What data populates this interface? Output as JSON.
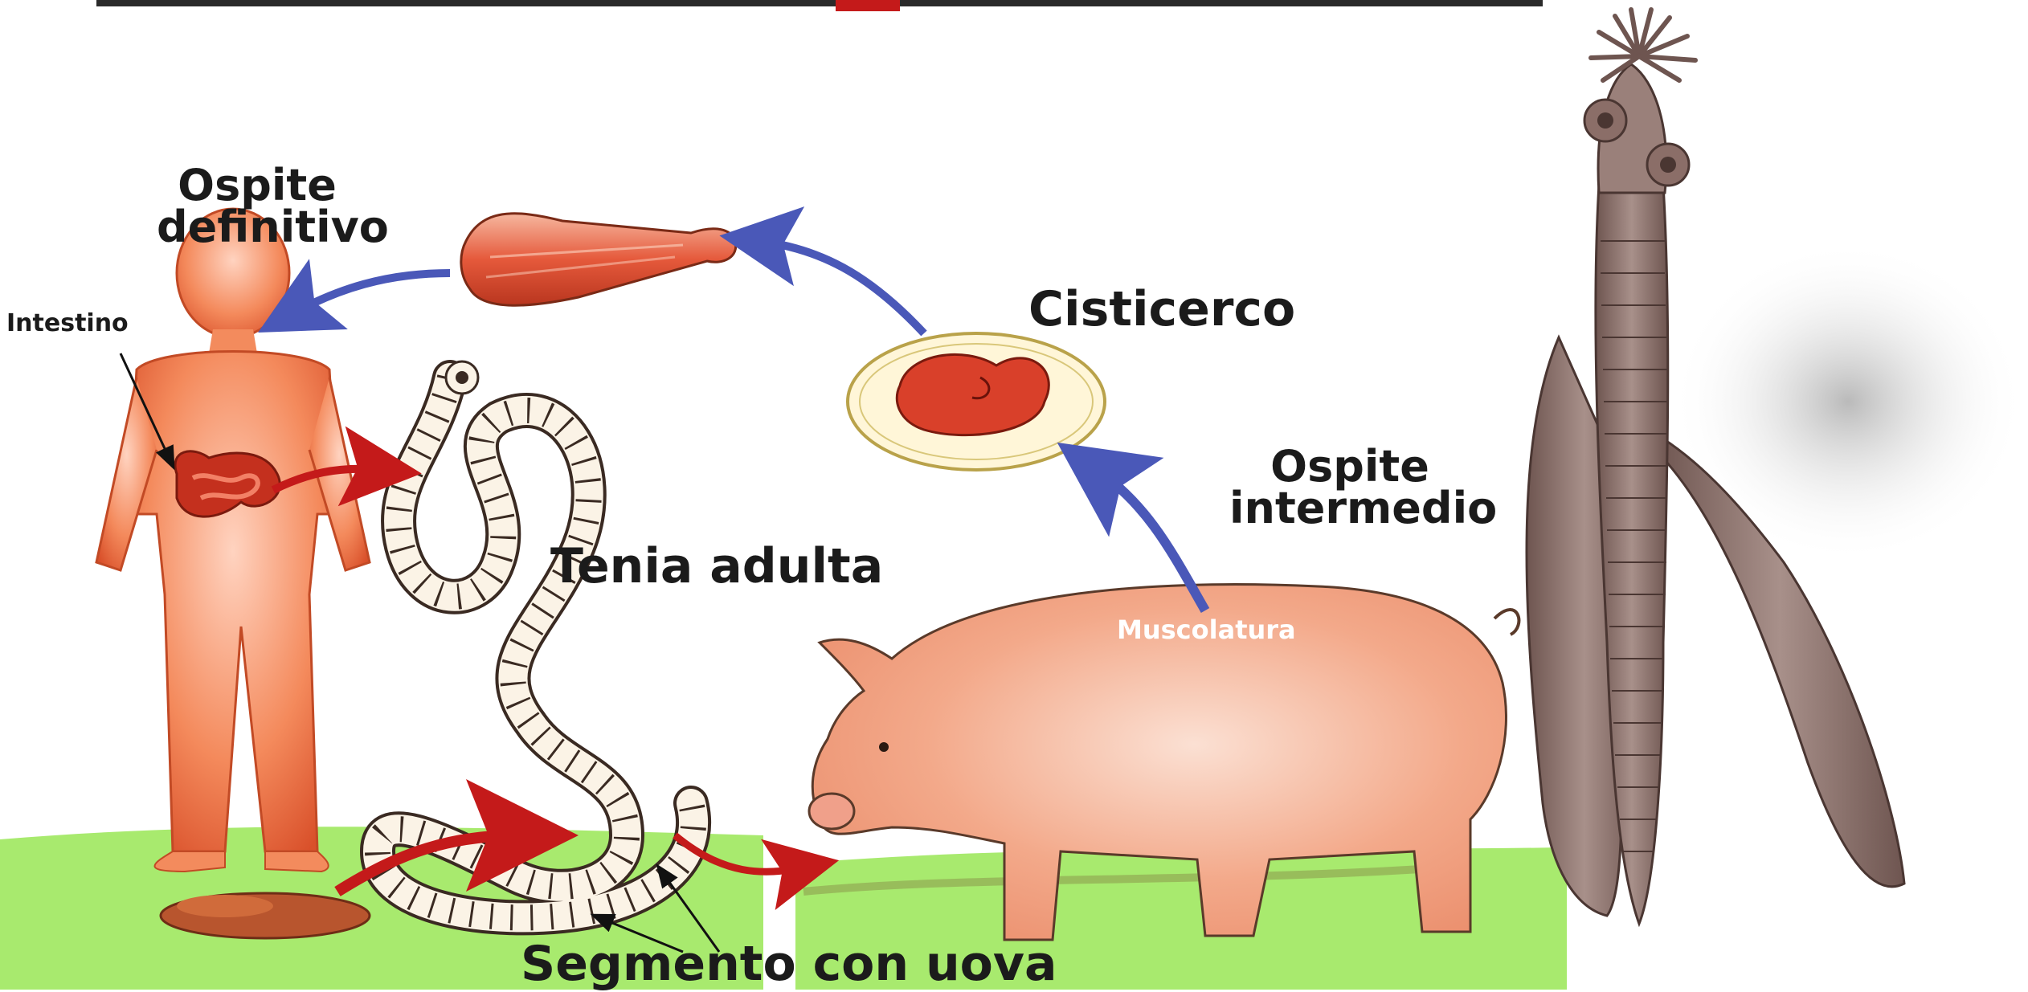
{
  "labels": {
    "definitive_host_line1": "Ospite",
    "definitive_host_line2": "definitivo",
    "intestine": "Intestino",
    "cysticercus": "Cisticerco",
    "intermediate_host_line1": "Ospite",
    "intermediate_host_line2": "intermedio",
    "adult_tapeworm": "Tenia adulta",
    "musculature": "Muscolatura",
    "egg_segment": "Segmento con uova"
  },
  "colors": {
    "flesh": "#f07a48",
    "arrow_blue": "#4a58b8",
    "arrow_red": "#c41a1a",
    "grass": "#a8ea6e",
    "pig": "#f4b59a",
    "worm_3d": "#8b6e68"
  }
}
